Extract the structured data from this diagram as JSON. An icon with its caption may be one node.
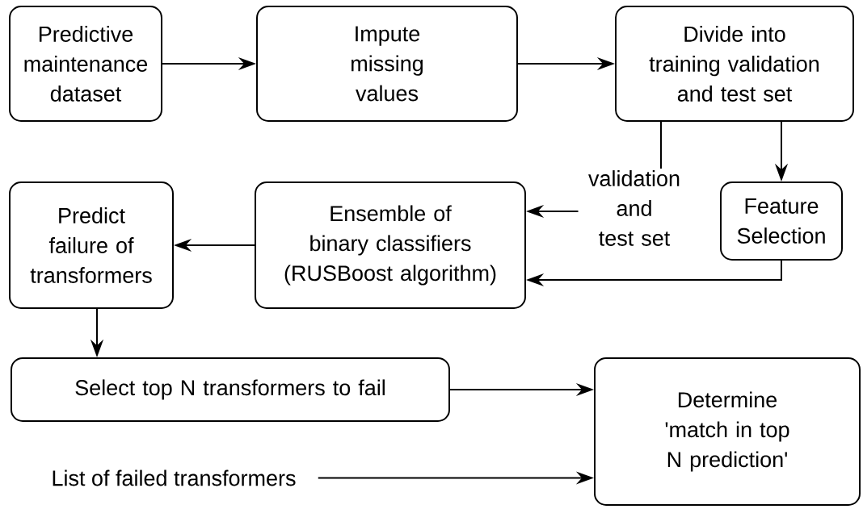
{
  "diagram": {
    "nodes": [
      {
        "text": [
          "Predictive maintenance dataset"
        ]
      },
      {
        "text": [
          "Impute missing values"
        ]
      },
      {
        "text": [
          "Divide into training validation and test set"
        ]
      },
      {
        "text": [
          "Feature Selection"
        ]
      },
      {
        "text": [
          "Ensemble of binary classifiers (RUSBoost algorithm)"
        ]
      },
      {
        "text": [
          "Predict failure of transformers"
        ]
      },
      {
        "text": [
          "Select top N transformers to fail"
        ]
      },
      {
        "text": [
          "Determine 'match in top N prediction'"
        ]
      },
      {
        "text": [
          "List of failed transformers"
        ]
      }
    ],
    "edges": [
      {
        "from": 0,
        "to": 1,
        "arrow": "to"
      },
      {
        "from": 1,
        "to": 2,
        "arrow": "to"
      },
      {
        "from": 2,
        "to": 3,
        "arrow": "to"
      },
      {
        "from": 2,
        "to": 4,
        "arrow": "to",
        "label": "validation and test set"
      },
      {
        "from": 3,
        "to": 4,
        "arrow": "to"
      },
      {
        "from": 4,
        "to": 5,
        "arrow": "to"
      },
      {
        "from": 5,
        "to": 6,
        "arrow": "to"
      },
      {
        "from": 6,
        "to": 7,
        "arrow": "to"
      },
      {
        "from": 8,
        "to": 7,
        "arrow": "to"
      }
    ]
  }
}
